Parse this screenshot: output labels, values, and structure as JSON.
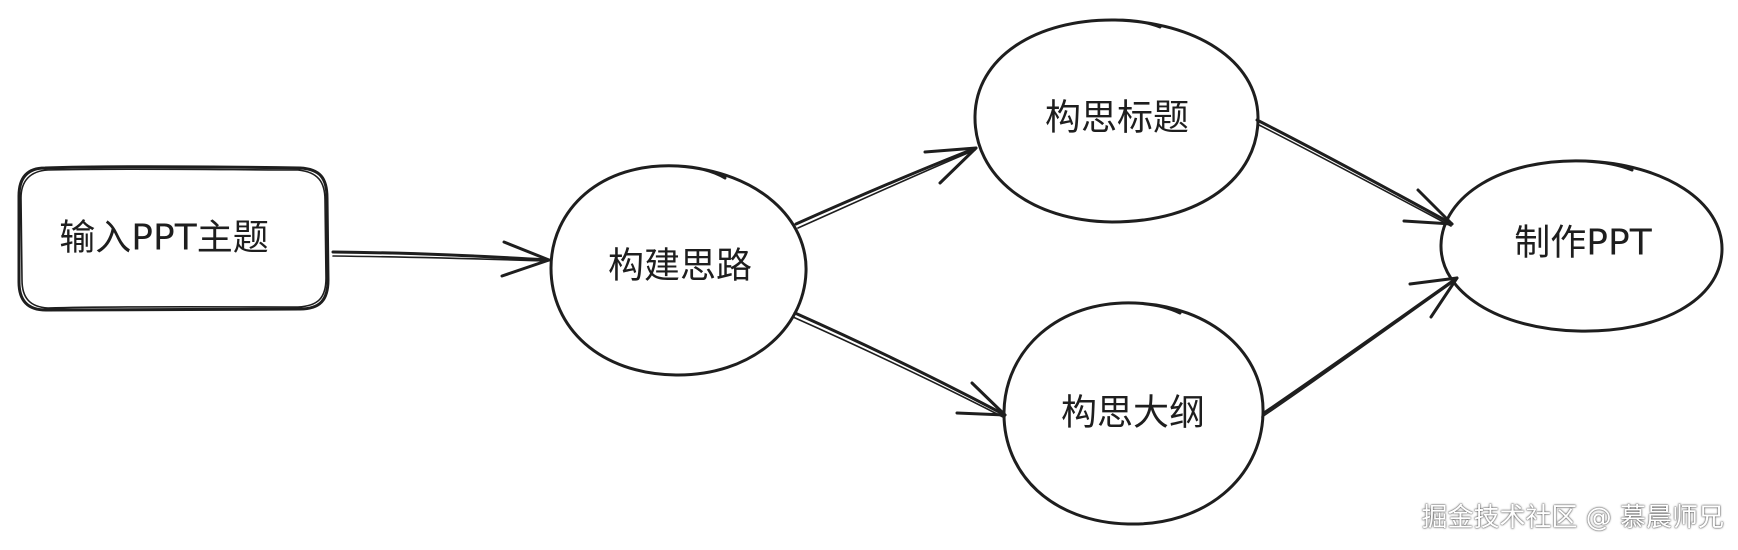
{
  "nodes": {
    "input_topic": {
      "label": "输入PPT主题",
      "shape": "rounded-rectangle"
    },
    "build_idea": {
      "label": "构建思路",
      "shape": "ellipse"
    },
    "title_idea": {
      "label": "构思标题",
      "shape": "ellipse"
    },
    "outline_idea": {
      "label": "构思大纲",
      "shape": "ellipse"
    },
    "make_ppt": {
      "label": "制作PPT",
      "shape": "ellipse"
    }
  },
  "edges": [
    {
      "from": "输入PPT主题",
      "to": "构建思路"
    },
    {
      "from": "构建思路",
      "to": "构思标题"
    },
    {
      "from": "构建思路",
      "to": "构思大纲"
    },
    {
      "from": "构思标题",
      "to": "制作PPT"
    },
    {
      "from": "构思大纲",
      "to": "制作PPT"
    }
  ],
  "watermark": "掘金技术社区 @ 慕晨师兄",
  "colors": {
    "stroke": "#1e1e1e",
    "background": "#ffffff"
  }
}
